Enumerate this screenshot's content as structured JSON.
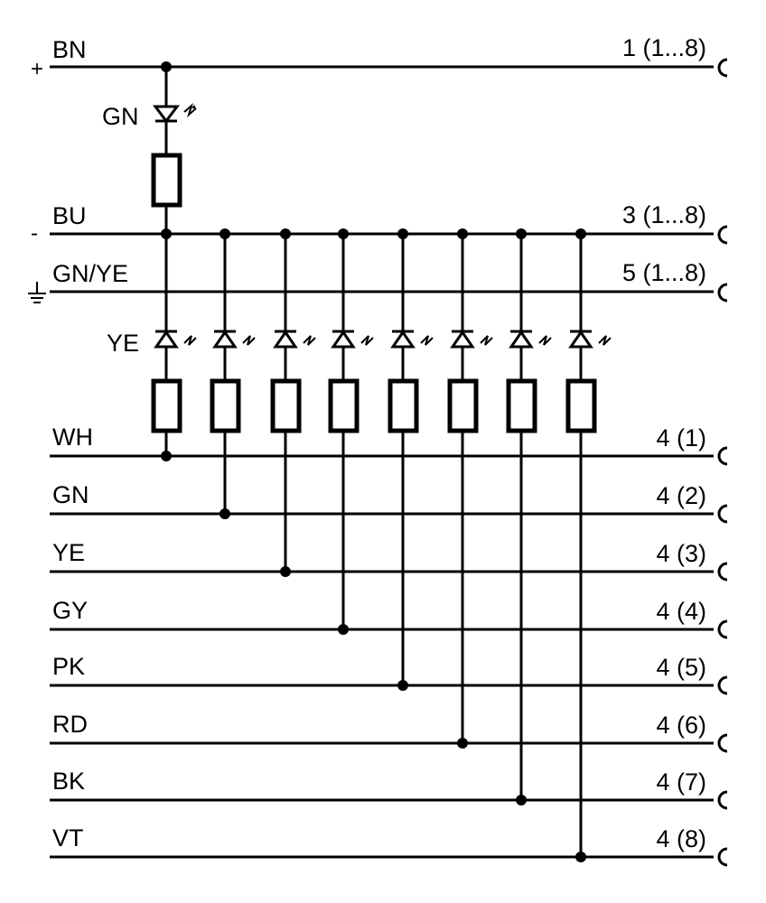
{
  "lines": {
    "supply_plus": {
      "label": "BN",
      "symbol": "+",
      "pin": "1 (1...8)"
    },
    "supply_minus": {
      "label": "BU",
      "symbol": "-",
      "pin": "3 (1...8)"
    },
    "earth": {
      "label": "GN/YE",
      "pin": "5 (1...8)"
    }
  },
  "power_led": {
    "label": "GN",
    "color": "#000000"
  },
  "channel_led": {
    "label": "YE"
  },
  "channels": [
    {
      "label": "WH",
      "pin": "4 (1)"
    },
    {
      "label": "GN",
      "pin": "4 (2)"
    },
    {
      "label": "YE",
      "pin": "4 (3)"
    },
    {
      "label": "GY",
      "pin": "4 (4)"
    },
    {
      "label": "PK",
      "pin": "4 (5)"
    },
    {
      "label": "RD",
      "pin": "4 (6)"
    },
    {
      "label": "BK",
      "pin": "4 (7)"
    },
    {
      "label": "VT",
      "pin": "4 (8)"
    }
  ]
}
